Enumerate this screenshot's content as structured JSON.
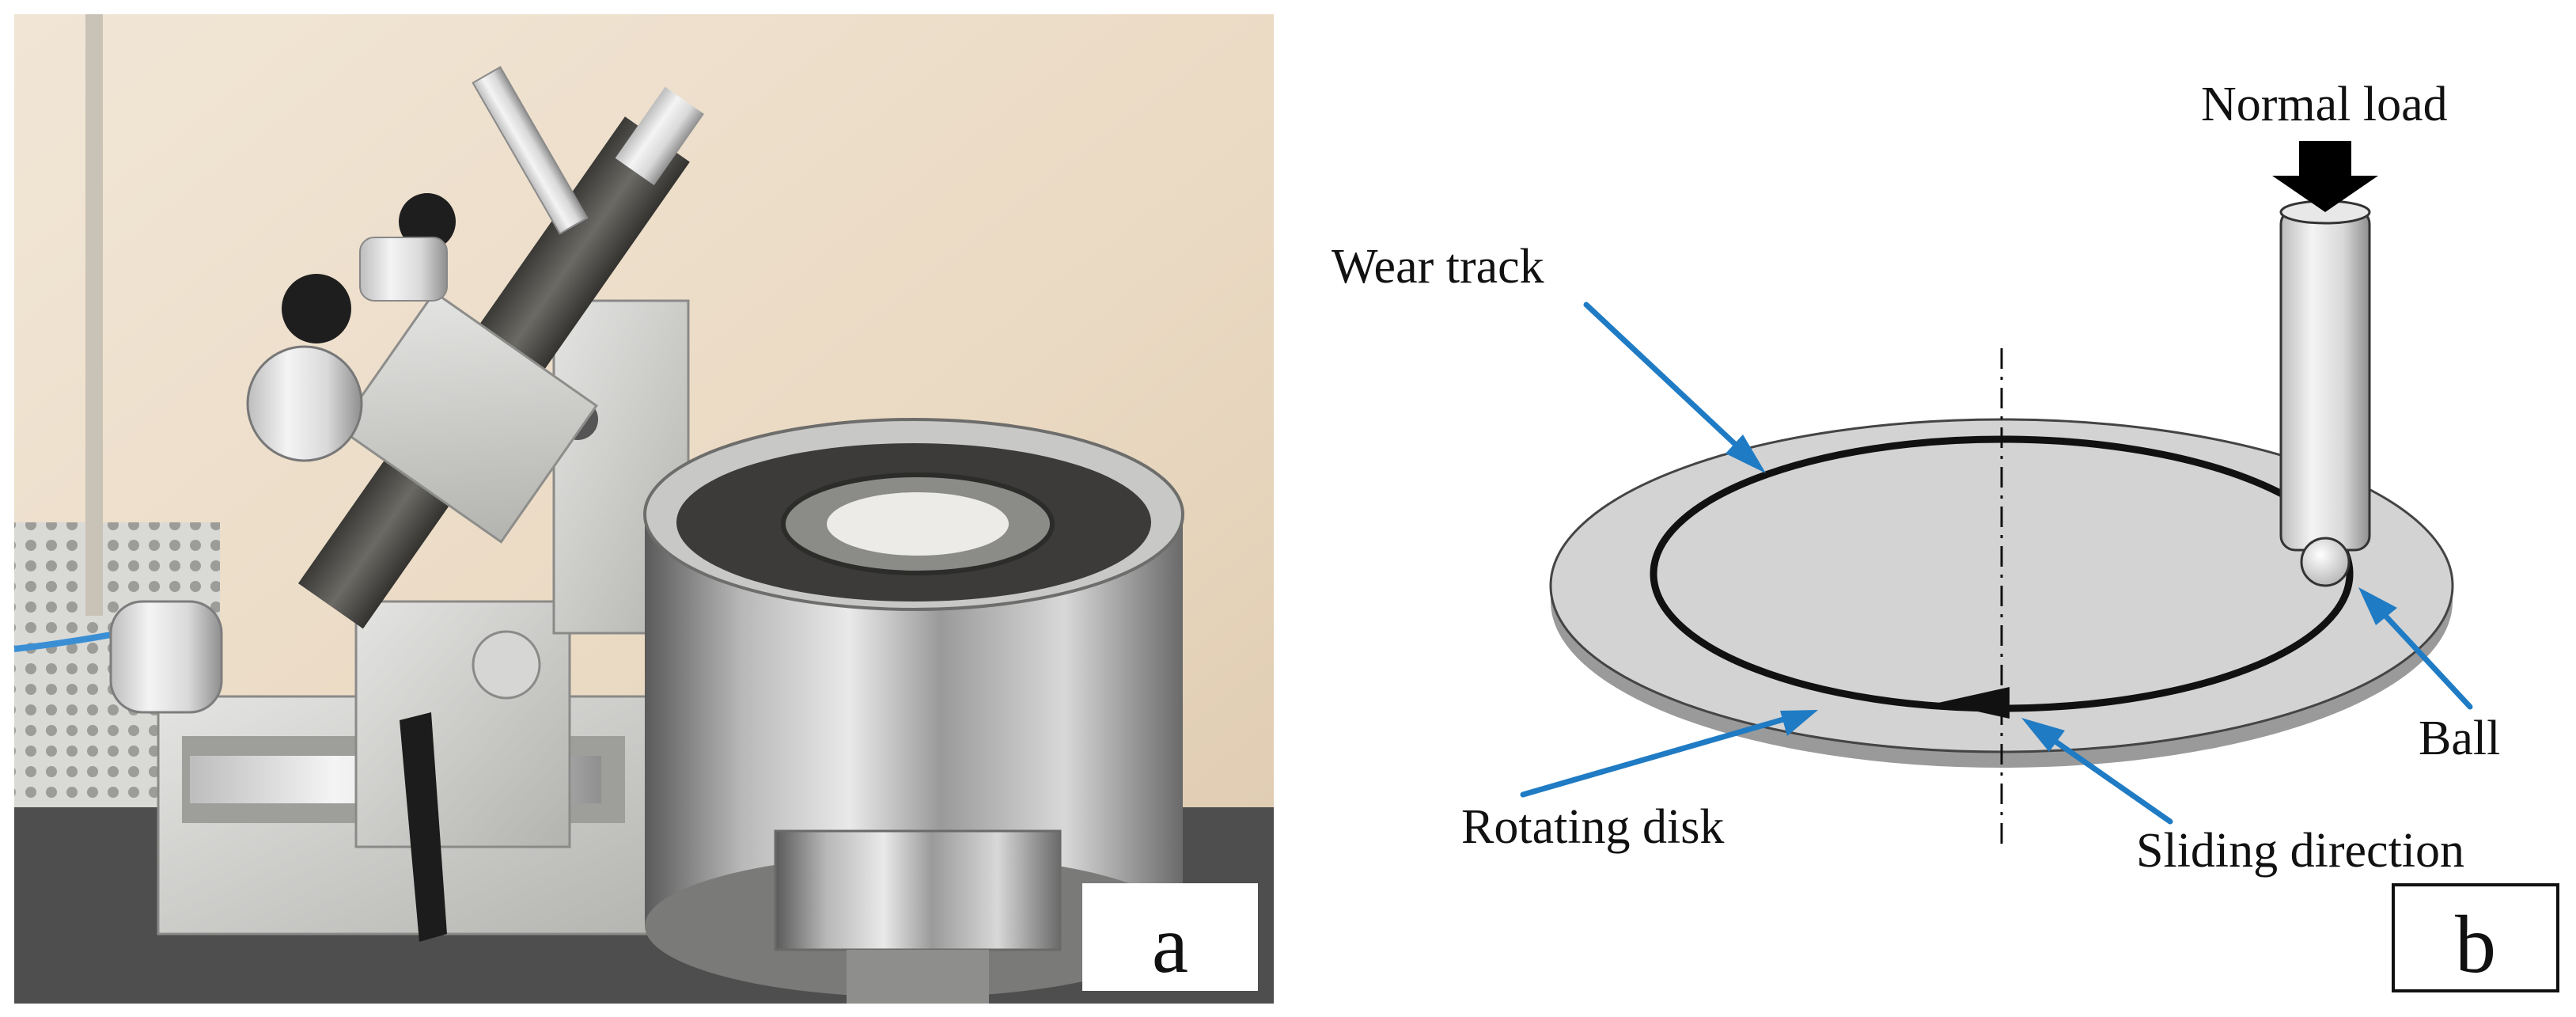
{
  "panels": {
    "a_label": "a",
    "b_label": "b"
  },
  "labels": {
    "wear_track": "Wear track",
    "normal_load": "Normal load",
    "ball": "Ball",
    "rotating_disk": "Rotating disk",
    "sliding_direction": "Sliding direction"
  },
  "colors": {
    "leader_arrow": "#1f7bc4",
    "disk_fill": "#d3d3d3",
    "text": "#111111"
  }
}
